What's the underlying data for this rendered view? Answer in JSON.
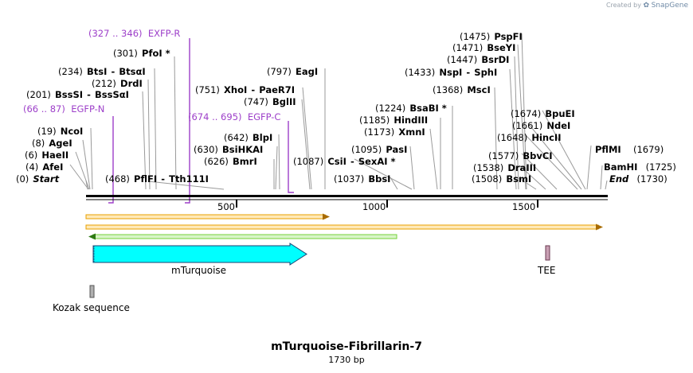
{
  "branding": {
    "prefix": "Created by",
    "name": "SnapGene"
  },
  "map": {
    "title": "mTurquoise-Fibrillarin-7",
    "length_label": "1730 bp",
    "ticks": [
      "500",
      "1000",
      "1500"
    ],
    "colors": {
      "primer": "#9d3fc9",
      "feature": "#00ffff",
      "orange": "#e8a000",
      "green": "#76d13a"
    }
  },
  "sites": [
    {
      "pos": "(0)",
      "name": "Start"
    },
    {
      "pos": "(4)",
      "name": "AfeI"
    },
    {
      "pos": "(6)",
      "name": "HaeII"
    },
    {
      "pos": "(8)",
      "name": "AgeI"
    },
    {
      "pos": "(19)",
      "name": "NcoI"
    },
    {
      "pos": "(201)",
      "name": "BssSI",
      "name2": "BssSαI"
    },
    {
      "pos": "(212)",
      "name": "DrdI"
    },
    {
      "pos": "(234)",
      "name": "BtsI",
      "name2": "BtsαI"
    },
    {
      "pos": "(301)",
      "name": "PfoI *"
    },
    {
      "pos": "(468)",
      "name": "PflFI",
      "name2": "Tth111I"
    },
    {
      "pos": "(626)",
      "name": "BmrI"
    },
    {
      "pos": "(630)",
      "name": "BsiHKAI"
    },
    {
      "pos": "(642)",
      "name": "BlpI"
    },
    {
      "pos": "(747)",
      "name": "BglII"
    },
    {
      "pos": "(751)",
      "name": "XhoI",
      "name2": "PaeR7I"
    },
    {
      "pos": "(797)",
      "name": "EagI"
    },
    {
      "pos": "(1037)",
      "name": "BbsI"
    },
    {
      "pos": "(1087)",
      "name": "CsiI",
      "name2": "SexAI *"
    },
    {
      "pos": "(1095)",
      "name": "PasI"
    },
    {
      "pos": "(1173)",
      "name": "XmnI"
    },
    {
      "pos": "(1185)",
      "name": "HindIII"
    },
    {
      "pos": "(1224)",
      "name": "BsaBI *"
    },
    {
      "pos": "(1368)",
      "name": "MscI"
    },
    {
      "pos": "(1433)",
      "name": "NspI",
      "name2": "SphI"
    },
    {
      "pos": "(1447)",
      "name": "BsrDI"
    },
    {
      "pos": "(1471)",
      "name": "BseYI"
    },
    {
      "pos": "(1475)",
      "name": "PspFI"
    },
    {
      "pos": "(1508)",
      "name": "BsmI"
    },
    {
      "pos": "(1538)",
      "name": "DraIII"
    },
    {
      "pos": "(1577)",
      "name": "BbvCI"
    },
    {
      "pos": "(1648)",
      "name": "HincII"
    },
    {
      "pos": "(1661)",
      "name": "NdeI"
    },
    {
      "pos": "(1674)",
      "name": "BpuEI"
    },
    {
      "pos": "(1679)",
      "name": "PflMI"
    },
    {
      "pos": "(1725)",
      "name": "BamHI"
    },
    {
      "pos": "(1730)",
      "name": "End"
    }
  ],
  "primers": [
    {
      "range": "(327 .. 346)",
      "name": "EXFP-R"
    },
    {
      "range": "(66 .. 87)",
      "name": "EGFP-N"
    },
    {
      "range": "(674 .. 695)",
      "name": "EGFP-C"
    }
  ],
  "features": [
    {
      "name": "mTurquoise"
    },
    {
      "name": "TEE"
    },
    {
      "name": "Kozak sequence"
    }
  ]
}
